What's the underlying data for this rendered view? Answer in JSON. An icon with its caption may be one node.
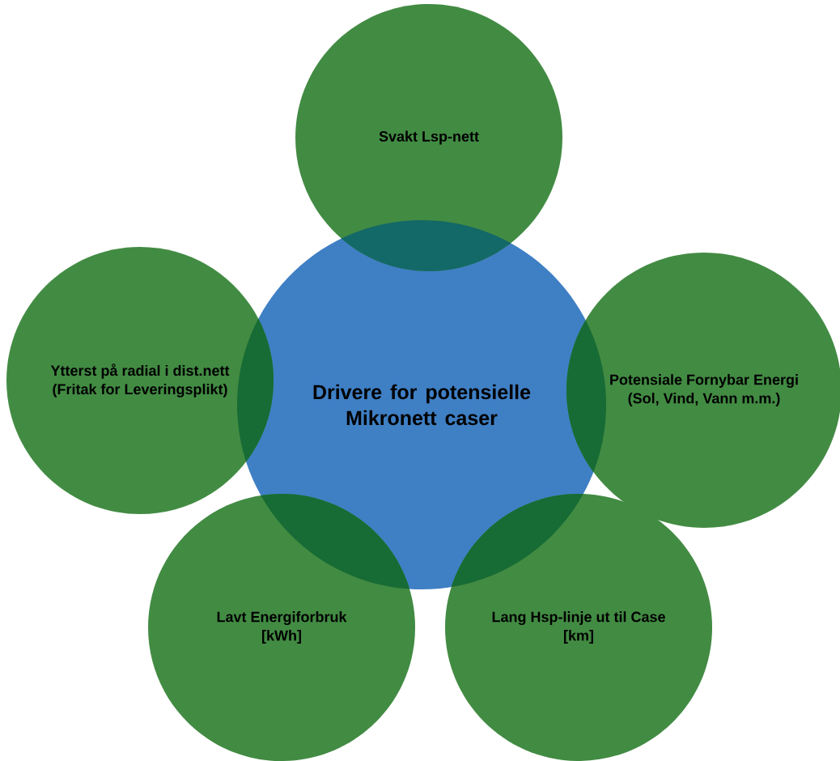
{
  "diagram": {
    "nodes": [
      {
        "text": [
          "Svakt Lsp-nett"
        ]
      },
      {
        "text": [
          "Ytterst på radial i dist.nett",
          "(Fritak for Leveringsplikt)"
        ]
      },
      {
        "text": [
          "Drivere for potensielle Mikronett caser"
        ]
      },
      {
        "text": [
          "Potensiale Fornybar Energi",
          "(Sol, Vind, Vann m.m.)"
        ]
      },
      {
        "text": [
          "Lavt Energiforbruk",
          "[kWh]"
        ]
      },
      {
        "text": [
          "Lang Hsp-linje ut til Case",
          "[km]"
        ]
      }
    ]
  }
}
